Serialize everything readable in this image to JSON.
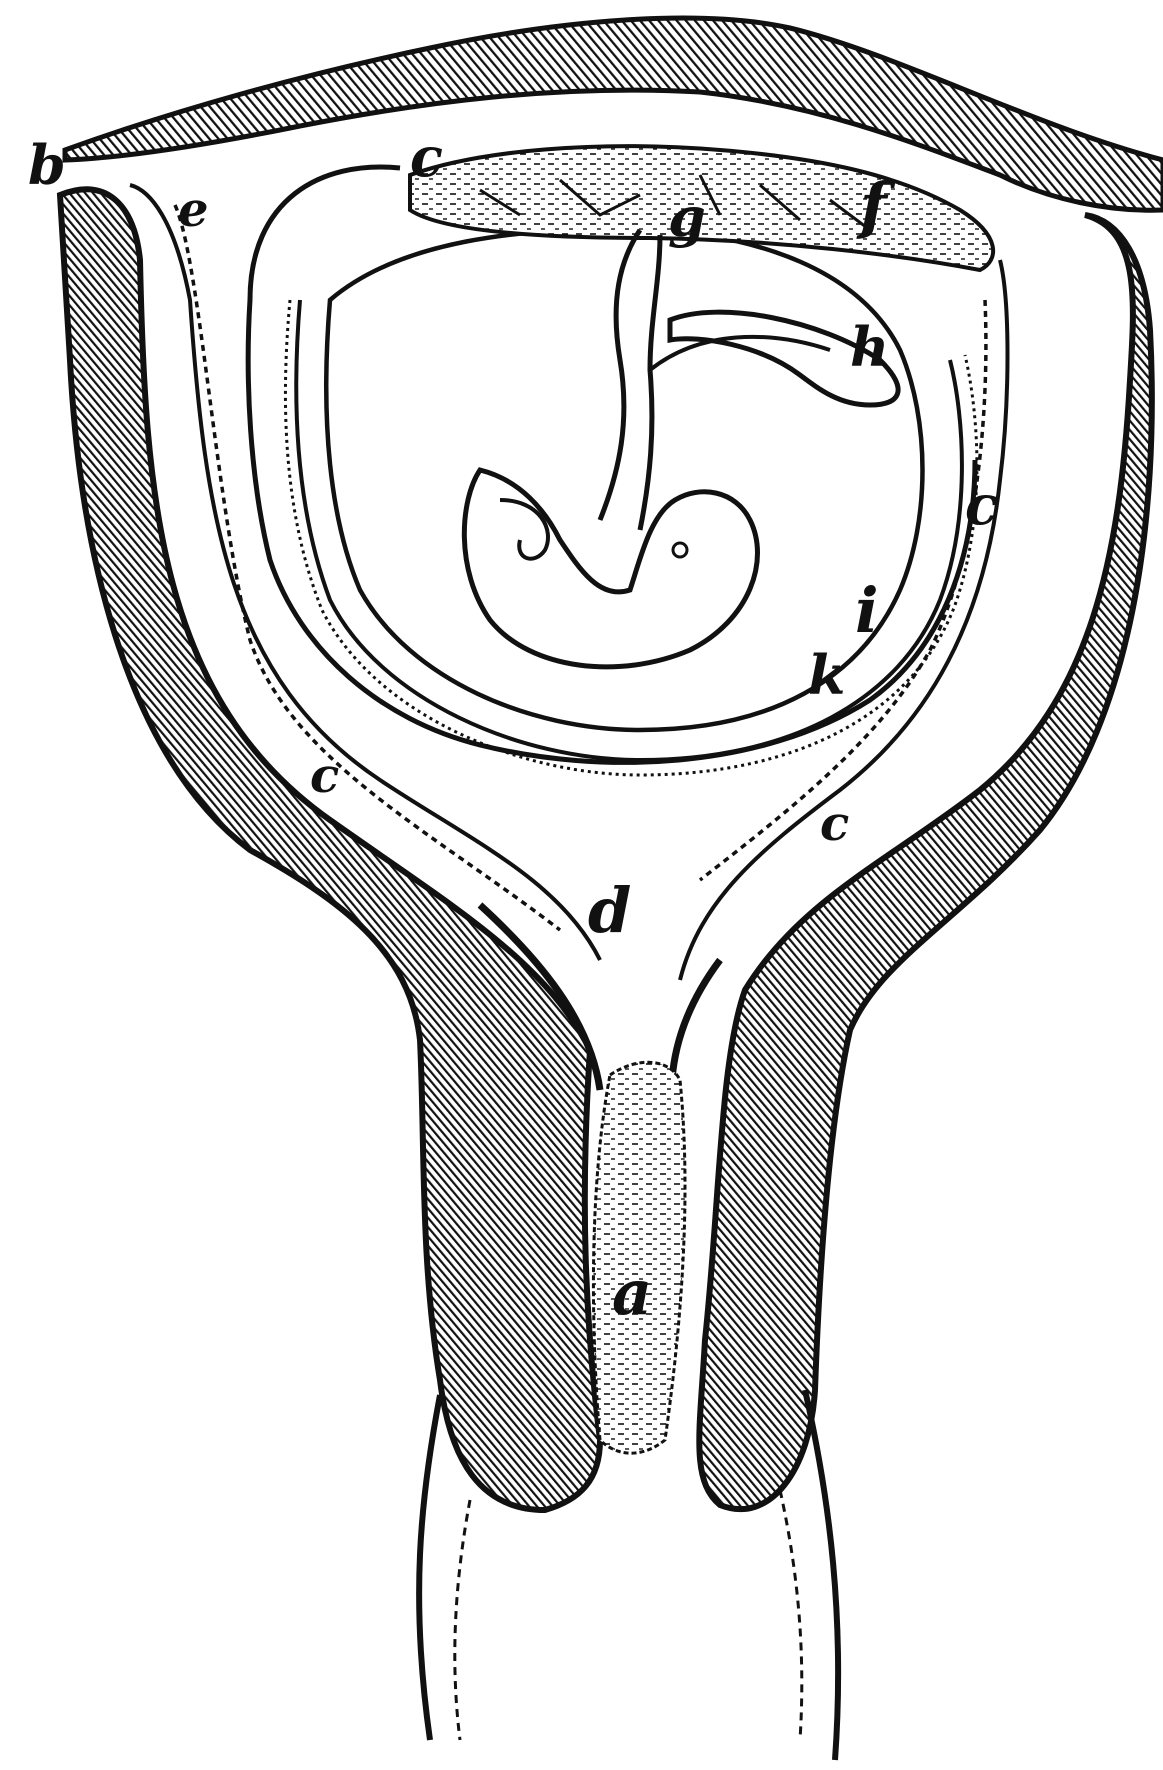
{
  "diagram": {
    "colors": {
      "ink": "#111111",
      "paper": "#ffffff"
    },
    "labels": {
      "a": "a",
      "b": "b",
      "c_top": "c",
      "c_right": "c",
      "c_left_low": "c",
      "c_right_low": "c",
      "d": "d",
      "e": "e",
      "f": "f",
      "g": "g",
      "h": "h",
      "i": "i",
      "k": "k"
    }
  }
}
